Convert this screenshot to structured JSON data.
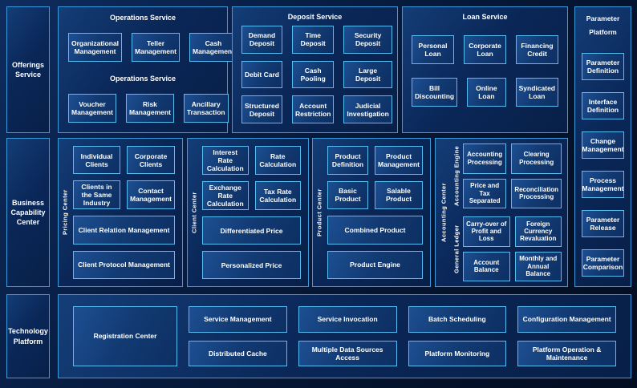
{
  "diagram": {
    "colors": {
      "background": "#04132e",
      "panel_border": "#3b9bdd",
      "box_border": "#58bdf2",
      "panel_fill": "#0a2758",
      "box_fill": "#123a72",
      "text": "#ffffff"
    },
    "offerings": {
      "label": "Offerings Service"
    },
    "operations": {
      "title": "Operations Service",
      "mid_label": "Operations Service",
      "row1": [
        "Organizational Management",
        "Teller Management",
        "Cash Management"
      ],
      "row2": [
        "Voucher Management",
        "Risk Management",
        "Ancillary Transaction"
      ]
    },
    "deposit": {
      "title": "Deposit Service",
      "items": [
        "Demand Deposit",
        "Time Deposit",
        "Security Deposit",
        "Debit Card",
        "Cash Pooling",
        "Large Deposit",
        "Structured Deposit",
        "Account Restriction",
        "Judicial Investigation"
      ]
    },
    "loan": {
      "title": "Loan Service",
      "row1": [
        "Personal Loan",
        "Corporate Loan",
        "Financing Credit"
      ],
      "row2": [
        "Bill Discounting",
        "Online Loan",
        "Syndicated Loan"
      ]
    },
    "parameter": {
      "title": "Parameter Platform",
      "items": [
        "Parameter Definition",
        "Interface Definition",
        "Change Management",
        "Process Management",
        "Parameter Release",
        "Parameter Comparison"
      ]
    },
    "business": {
      "label": "Business Capability Center"
    },
    "pricing_center": {
      "vertical_label": "Pricing Center",
      "grid": [
        "Individual Clients",
        "Corporate Clients",
        "Clients in the Same Industry",
        "Contact Management"
      ],
      "wide": [
        "Client Relation Management",
        "Client Protocol Management"
      ]
    },
    "client_center": {
      "vertical_label": "Client Center",
      "grid": [
        "Interest Rate Calculation",
        "Rate Calculation",
        "Exchange Rate Calculation",
        "Tax Rate Calculation"
      ],
      "wide": [
        "Differentiated Price",
        "Personalized Price"
      ]
    },
    "product_center": {
      "vertical_label": "Product Center",
      "grid": [
        "Product Definition",
        "Product Management",
        "Basic Product",
        "Salable Product"
      ],
      "wide": [
        "Combined Product",
        "Product Engine"
      ]
    },
    "accounting_center": {
      "vertical_label": "Accounting Center",
      "engine": {
        "vertical_label": "Accounting Engine",
        "items": [
          "Accounting Processing",
          "Clearing Processing",
          "Price and Tax Separated",
          "Reconciliation Processing"
        ]
      },
      "ledger": {
        "vertical_label": "General Ledger",
        "items": [
          "Carry-over of Profit and Loss",
          "Foreign Currency Revaluation",
          "Account Balance",
          "Monthly and Annual Balance"
        ]
      }
    },
    "technology": {
      "label": "Technology Platform",
      "registration": "Registration Center",
      "row1": [
        "Service Management",
        "Service Invocation",
        "Batch Scheduling",
        "Configuration Management"
      ],
      "row2": [
        "Distributed Cache",
        "Multiple Data Sources Access",
        "Platform Monitoring",
        "Platform Operation & Maintenance"
      ]
    }
  }
}
